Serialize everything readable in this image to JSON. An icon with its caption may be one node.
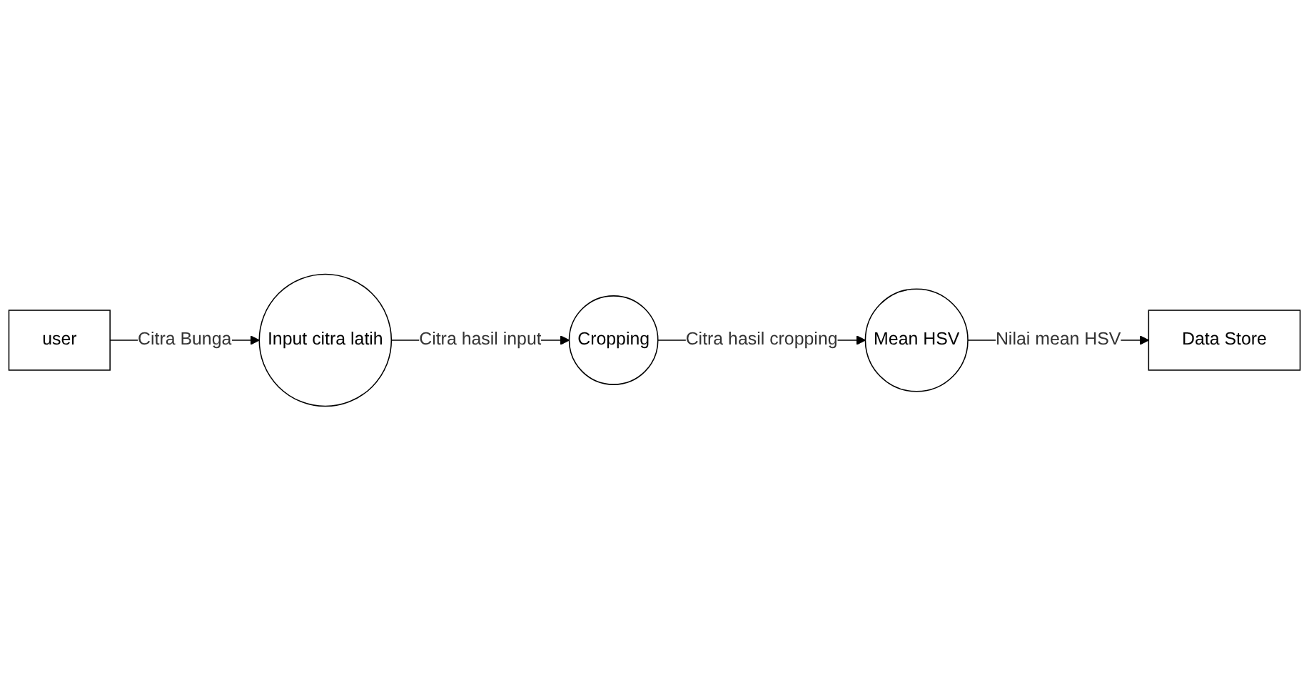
{
  "diagram": {
    "nodes": [
      {
        "text": [
          "user"
        ]
      },
      {
        "text": [
          "Input citra latih"
        ]
      },
      {
        "text": [
          "Cropping"
        ]
      },
      {
        "text": [
          "Mean HSV"
        ]
      },
      {
        "text": [
          "Data Store"
        ]
      }
    ],
    "edges": [
      {
        "from": 0,
        "to": 1,
        "arrow": "to",
        "label": "Citra Bunga"
      },
      {
        "from": 1,
        "to": 2,
        "arrow": "to",
        "label": "Citra hasil input"
      },
      {
        "from": 2,
        "to": 3,
        "arrow": "to",
        "label": "Citra hasil cropping"
      },
      {
        "from": 3,
        "to": 4,
        "arrow": "to",
        "label": "Nilai mean HSV"
      }
    ]
  }
}
